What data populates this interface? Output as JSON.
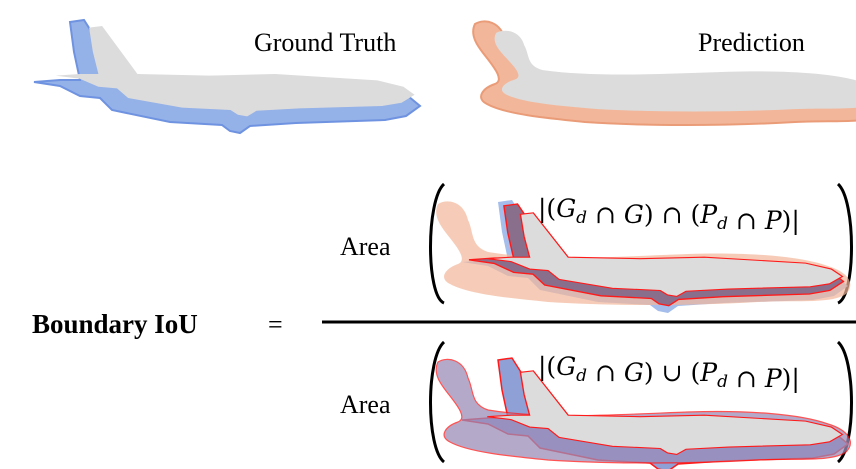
{
  "panels": {
    "ground_truth": {
      "label": "Ground Truth",
      "fill": "#dcdcdc",
      "band": "#94b1e8",
      "edge": "#6f93e0"
    },
    "prediction": {
      "label": "Prediction",
      "fill": "#dcdcdc",
      "band": "#f2b79a",
      "edge": "#ea9c78"
    }
  },
  "formula": {
    "lhs": "Boundary IoU",
    "equals": "=",
    "numerator": {
      "area_label": "Area",
      "expression": "|(G_d ∩ G) ∩ (P_d ∩ P)|"
    },
    "denominator": {
      "area_label": "Area",
      "expression": "|(G_d ∩ G) ∪ (P_d ∩ P)|"
    }
  },
  "colors": {
    "intersection_band": "#8a6f8c",
    "union_band": "#8fa0d6",
    "overlay_outline": "#ff1a1a",
    "interior": "#dcdcdc"
  }
}
